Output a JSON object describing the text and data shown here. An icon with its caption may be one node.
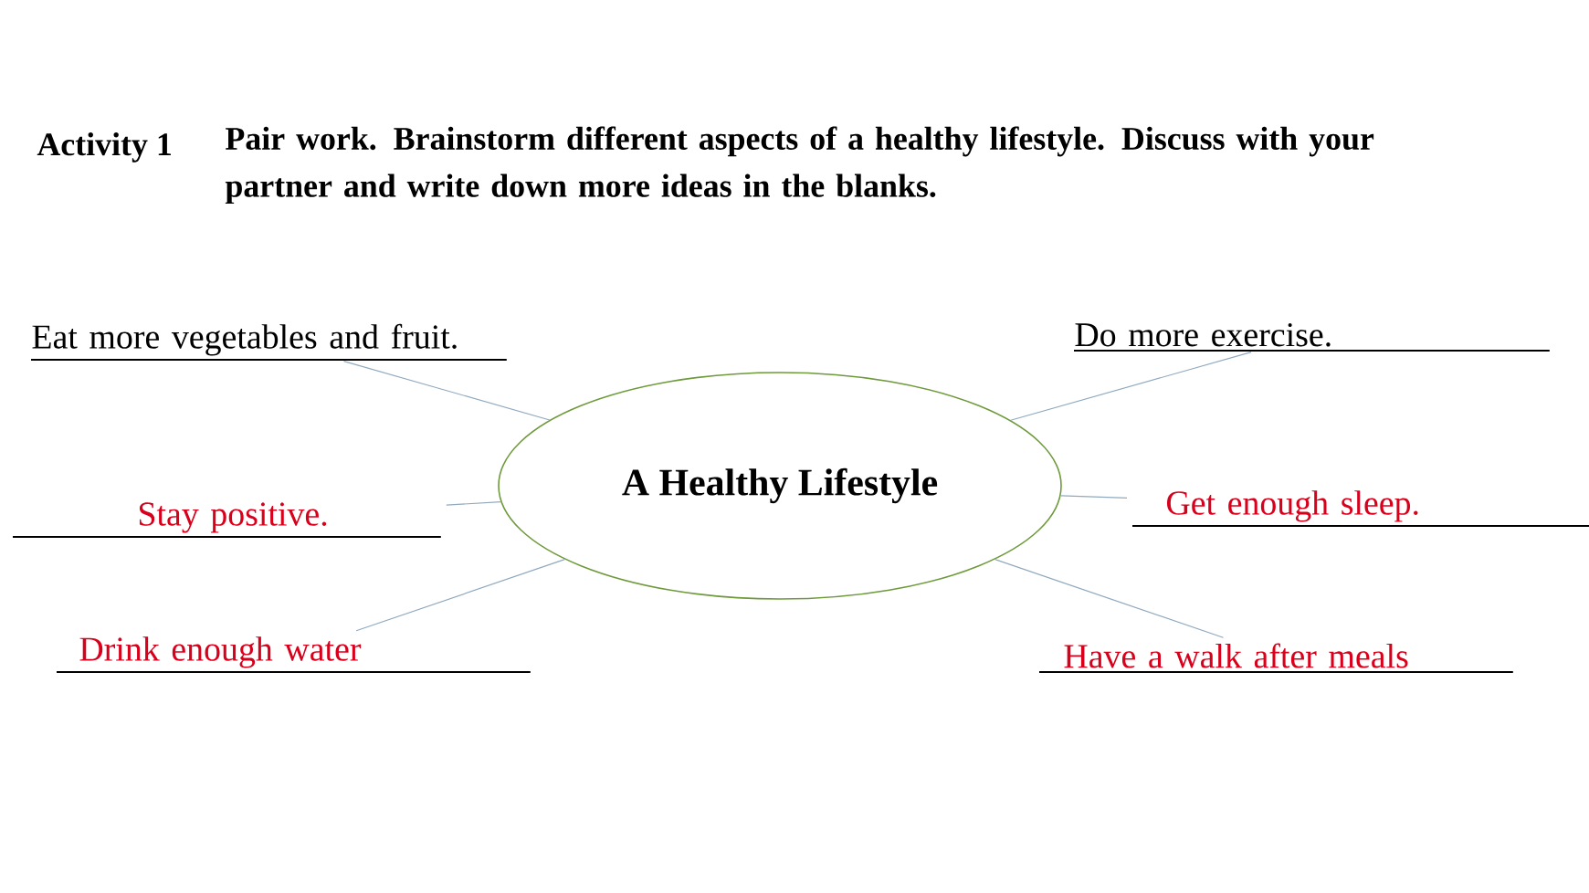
{
  "diagram": {
    "title": "Activity 1",
    "nodes": [
      {
        "text": [
          "A Healthy Lifestyle"
        ]
      },
      {
        "text": [
          "Eat more vegetables and fruit."
        ]
      },
      {
        "text": [
          "Do more exercise."
        ]
      },
      {
        "text": [
          "Stay positive."
        ]
      },
      {
        "text": [
          "Get enough sleep."
        ]
      },
      {
        "text": [
          "Drink enough water"
        ]
      },
      {
        "text": [
          "Have a walk after meals"
        ]
      }
    ],
    "edges": [
      {
        "from": 0,
        "to": 1,
        "arrow": "none"
      },
      {
        "from": 0,
        "to": 2,
        "arrow": "none"
      },
      {
        "from": 0,
        "to": 3,
        "arrow": "none"
      },
      {
        "from": 0,
        "to": 4,
        "arrow": "none"
      },
      {
        "from": 0,
        "to": 5,
        "arrow": "none"
      },
      {
        "from": 0,
        "to": 6,
        "arrow": "none"
      }
    ],
    "labels": [
      "Pair work. Brainstorm different aspects of a healthy lifestyle. Discuss with your partner and write down more ideas in the blanks."
    ]
  }
}
